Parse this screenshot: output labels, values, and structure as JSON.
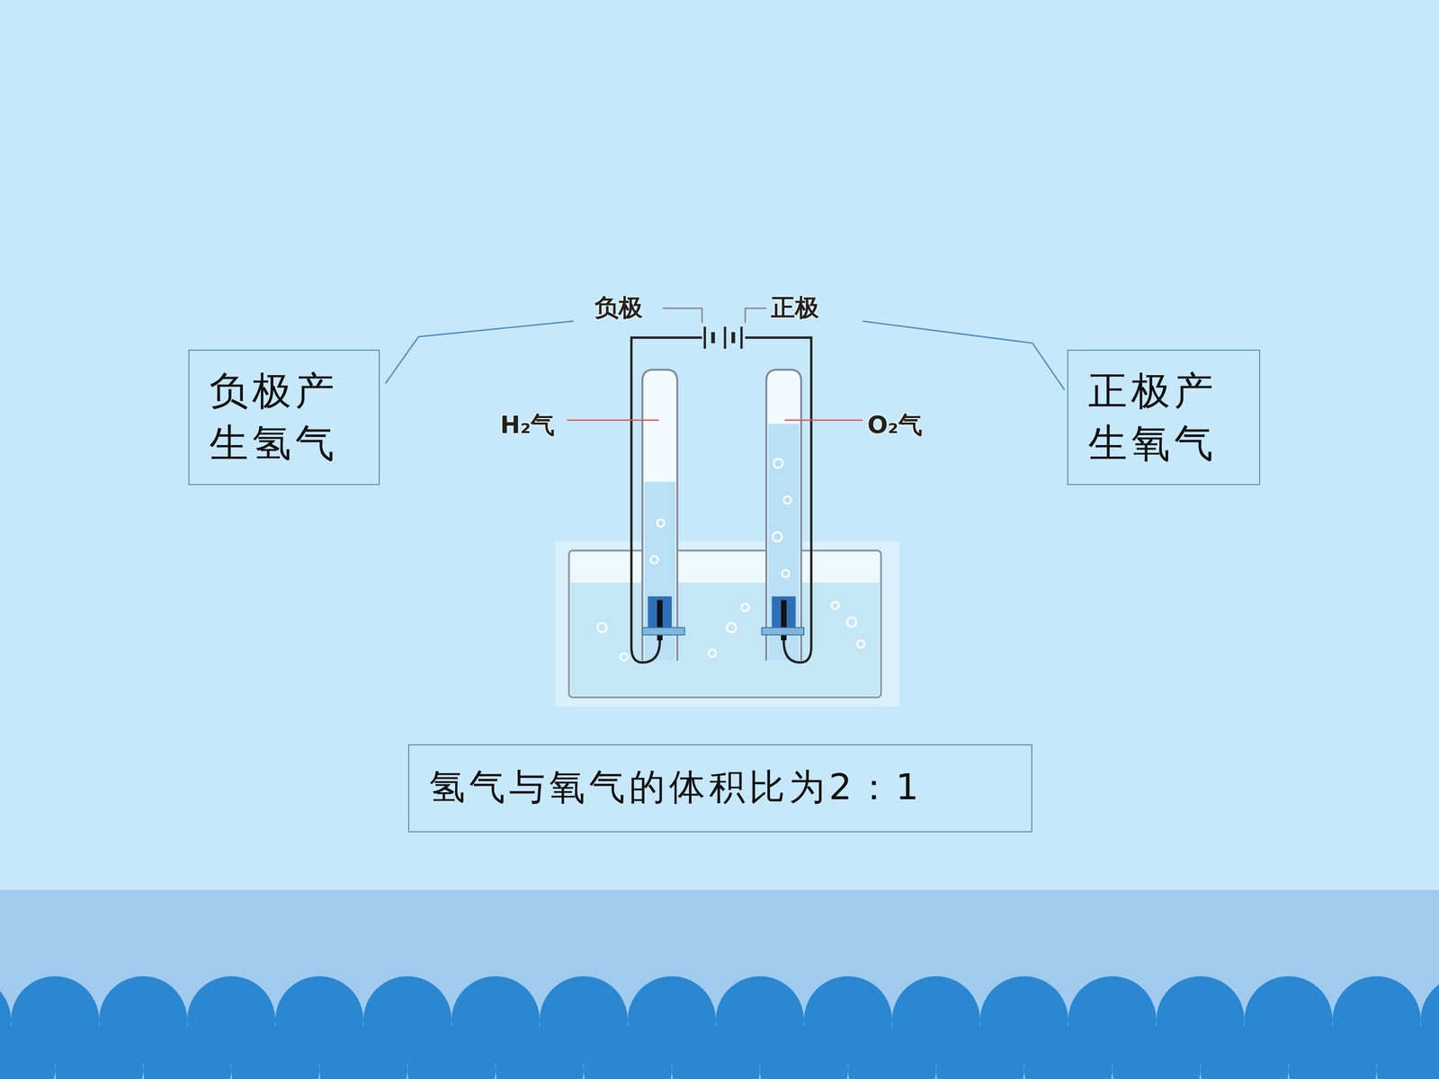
{
  "diagram": {
    "nodes": [
      {
        "text": [
          "负极产生氢气"
        ]
      },
      {
        "text": [
          "正极产生氧气"
        ]
      },
      {
        "text": [
          "氢气与氧气的体积比为2：1"
        ]
      }
    ],
    "labels": [
      "负极",
      "正极",
      "H₂气",
      "O₂气"
    ]
  }
}
